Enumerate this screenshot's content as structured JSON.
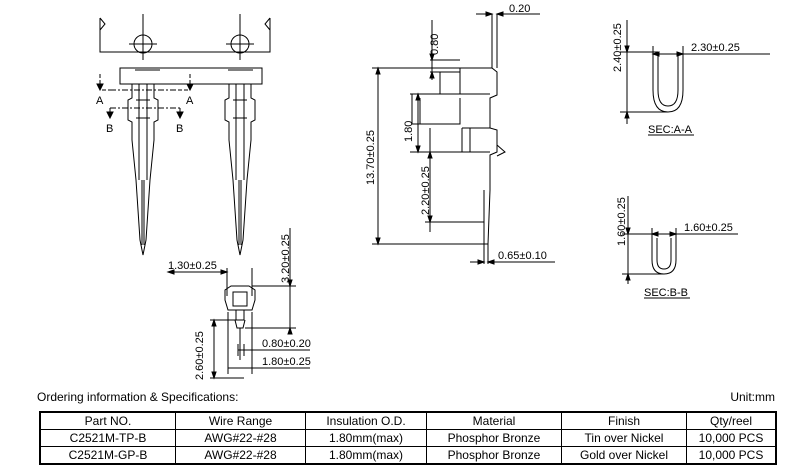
{
  "dimensions": {
    "top_thickness": "0.20",
    "side_080": "0.80",
    "side_180": "1.80",
    "side_220": "2.20±0.25",
    "total_length": "13.70±0.25",
    "bottom_width": "0.65±0.10",
    "front_width": "1.30±0.25",
    "front_height": "3.20±0.25",
    "lower_height": "2.60±0.25",
    "lower_080": "0.80±0.20",
    "lower_180": "1.80±0.25",
    "secA_height": "2.40±0.25",
    "secA_width": "2.30±0.25",
    "secB_height": "1.60±0.25",
    "secB_width": "1.60±0.25"
  },
  "labels": {
    "sec_a": "SEC:A-A",
    "sec_b": "SEC:B-B",
    "a": "A",
    "b": "B"
  },
  "ordering": {
    "title": "Ordering information & Specifications:",
    "unit": "Unit:mm",
    "headers": [
      "Part NO.",
      "Wire Range",
      "Insulation O.D.",
      "Material",
      "Finish",
      "Qty/reel"
    ],
    "rows": [
      [
        "C2521M-TP-B",
        "AWG#22-#28",
        "1.80mm(max)",
        "Phosphor Bronze",
        "Tin over Nickel",
        "10,000 PCS"
      ],
      [
        "C2521M-GP-B",
        "AWG#22-#28",
        "1.80mm(max)",
        "Phosphor Bronze",
        "Gold over Nickel",
        "10,000 PCS"
      ]
    ]
  }
}
